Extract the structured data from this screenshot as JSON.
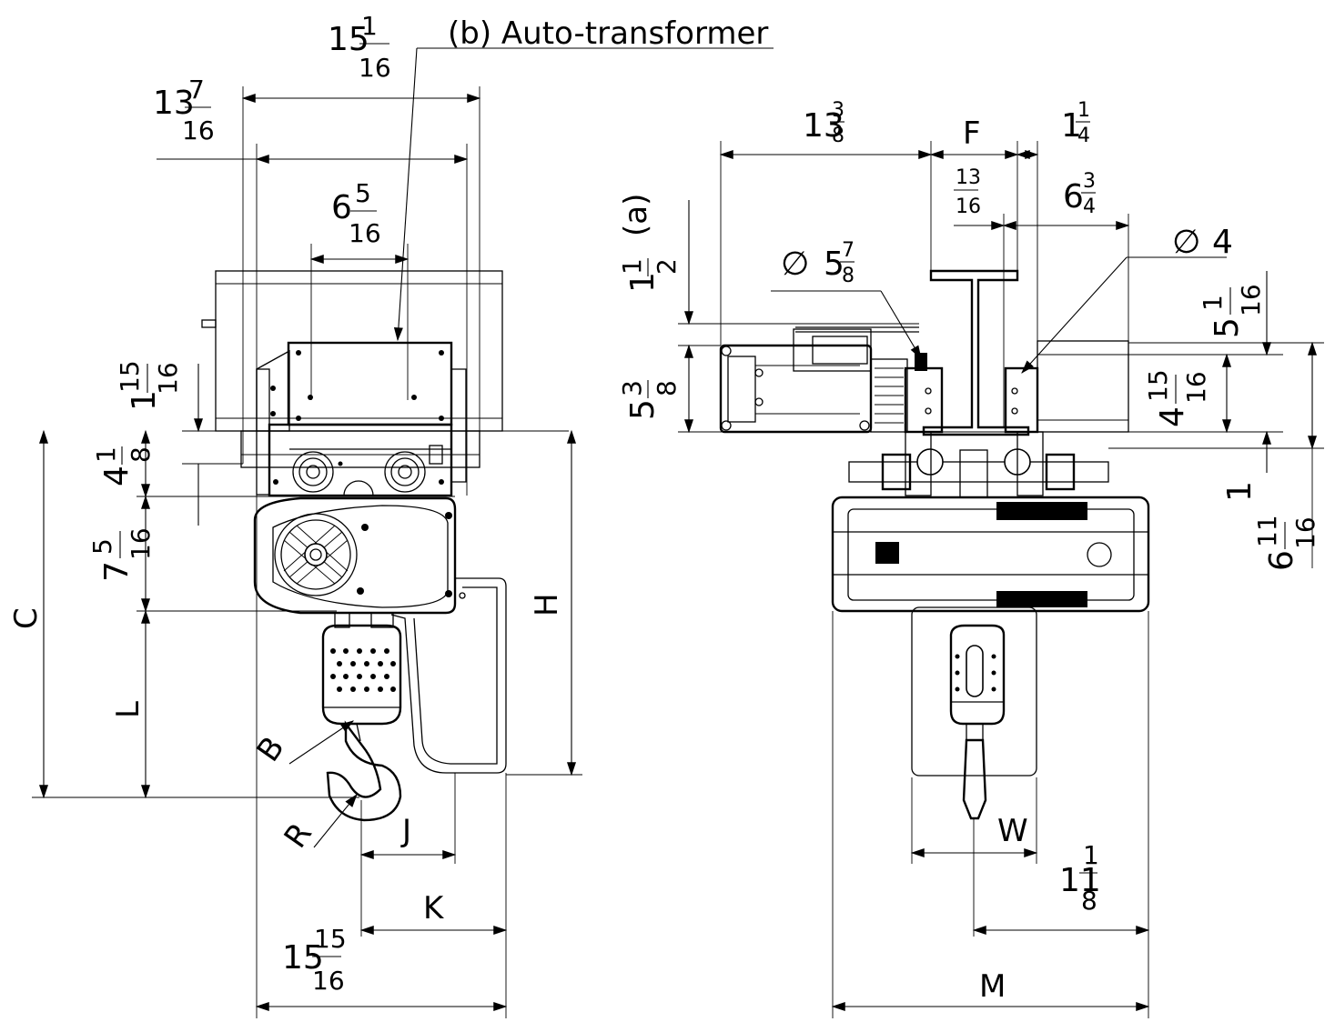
{
  "labels": {
    "auto_transformer": "(b)  Auto-transformer",
    "note_a": "(a)",
    "dia_symbol": "∅",
    "dim_C": "C",
    "dim_H": "H",
    "dim_L": "L",
    "dim_B": "B",
    "dim_R": "R",
    "dim_J": "J",
    "dim_K": "K",
    "dim_F": "F",
    "dim_W": "W",
    "dim_M": "M"
  },
  "dims": {
    "d15_1_16": {
      "whole": "15",
      "num": "1",
      "den": "16"
    },
    "d13_7_16": {
      "whole": "13",
      "num": "7",
      "den": "16"
    },
    "d6_5_16": {
      "whole": "6",
      "num": "5",
      "den": "16"
    },
    "d1_15_16": {
      "whole": "1",
      "num": "15",
      "den": "16"
    },
    "d4_1_8": {
      "whole": "4",
      "num": "1",
      "den": "8"
    },
    "d7_5_16": {
      "whole": "7",
      "num": "5",
      "den": "16"
    },
    "d15_15_16": {
      "whole": "15",
      "num": "15",
      "den": "16"
    },
    "d13_3_8": {
      "whole": "13",
      "num": "3",
      "den": "8"
    },
    "d1_1_4": {
      "whole": "1",
      "num": "1",
      "den": "4"
    },
    "d13_16": {
      "num": "13",
      "den": "16"
    },
    "d6_3_4": {
      "whole": "6",
      "num": "3",
      "den": "4"
    },
    "d1_1_2": {
      "whole": "1",
      "num": "1",
      "den": "2"
    },
    "d5_7_8": {
      "whole": "5",
      "num": "7",
      "den": "8"
    },
    "d4": {
      "whole": "4"
    },
    "d5_1_16": {
      "whole": "5",
      "num": "1",
      "den": "16"
    },
    "d5_3_8": {
      "whole": "5",
      "num": "3",
      "den": "8"
    },
    "d4_15_16": {
      "whole": "4",
      "num": "15",
      "den": "16"
    },
    "d1": {
      "whole": "1"
    },
    "d6_11_16": {
      "whole": "6",
      "num": "11",
      "den": "16"
    },
    "d11_1_8": {
      "whole": "11",
      "num": "1",
      "den": "8"
    }
  },
  "icons": [
    "motor-fan-icon",
    "hook-icon",
    "brand-logo-icon",
    "trolley-wheel-icon"
  ]
}
